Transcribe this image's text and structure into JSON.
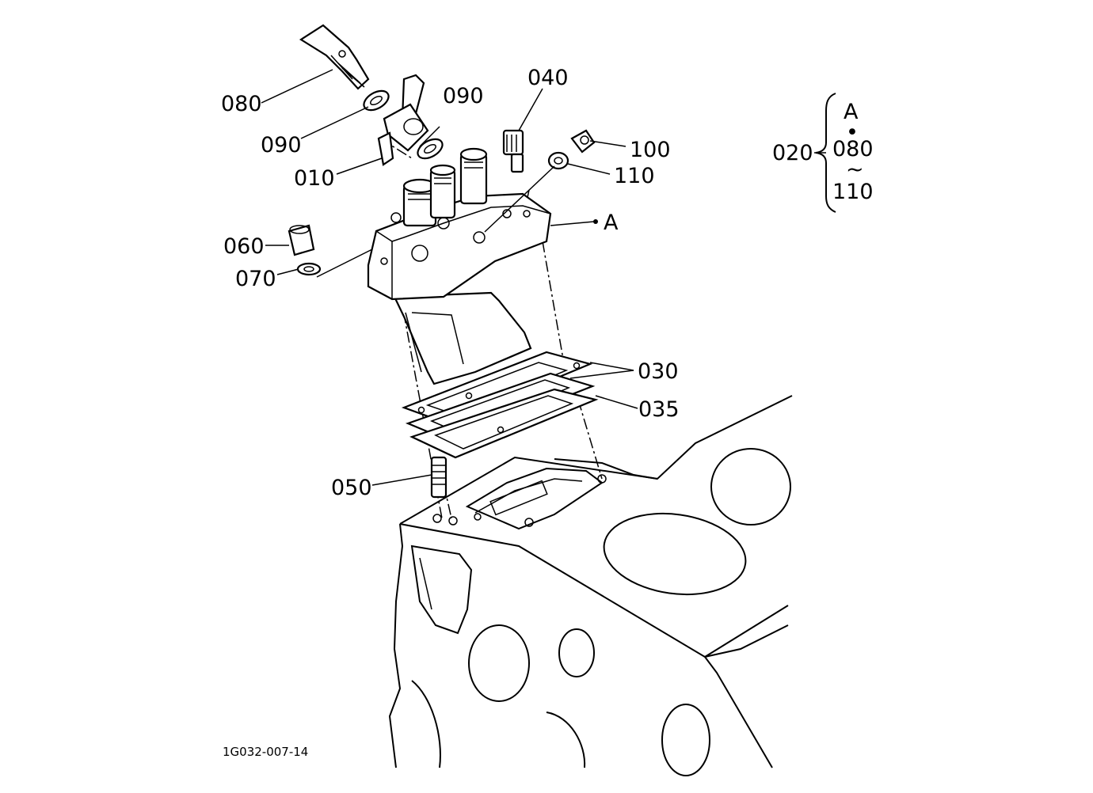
{
  "diagram": {
    "drawing_number": "1G032-007-14",
    "callouts": [
      {
        "id": "080a",
        "text": "080"
      },
      {
        "id": "090a",
        "text": "090"
      },
      {
        "id": "010",
        "text": "010"
      },
      {
        "id": "090b",
        "text": "090"
      },
      {
        "id": "040",
        "text": "040"
      },
      {
        "id": "100",
        "text": "100"
      },
      {
        "id": "110",
        "text": "110"
      },
      {
        "id": "A",
        "text": "A"
      },
      {
        "id": "060",
        "text": "060"
      },
      {
        "id": "070",
        "text": "070"
      },
      {
        "id": "030",
        "text": "030"
      },
      {
        "id": "035",
        "text": "035"
      },
      {
        "id": "050",
        "text": "050"
      }
    ],
    "assembly_legend": {
      "label": "020",
      "top": "A",
      "dot": "•",
      "range_start": "080",
      "tilde": "~",
      "range_end": "110"
    }
  }
}
